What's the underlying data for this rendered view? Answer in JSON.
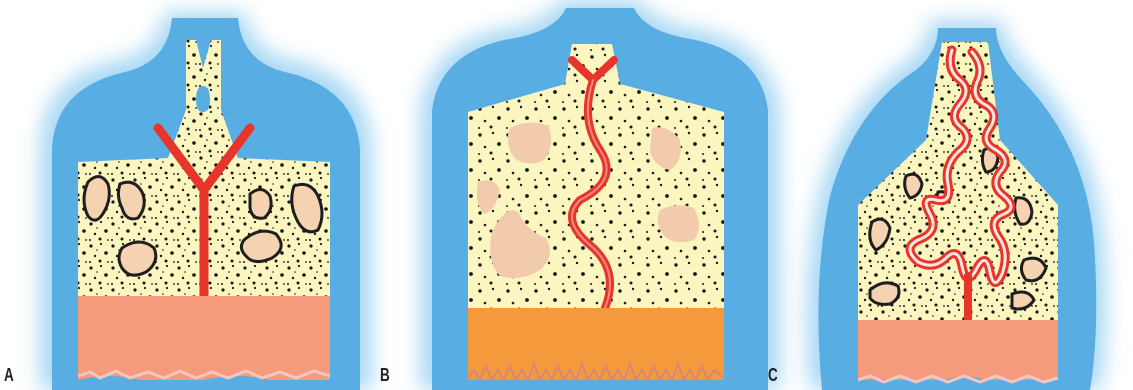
{
  "panels": [
    {
      "label": "A"
    },
    {
      "label": "B"
    },
    {
      "label": "C"
    }
  ],
  "colors": {
    "background": "#ffffff",
    "surrounding_fluid": "#58aee3",
    "fluid_halo": "#a9d8f4",
    "stroma": "#fbf5c0",
    "speckle": "#1a1a1a",
    "inclusion_fill": "#f6d3b0",
    "inclusion_outline": "#1e1e1e",
    "vessel": "#e8352b",
    "band_a": "#f59a7a",
    "band_b": "#f59a3c",
    "band_c": "#f59a7a",
    "fringe": "#f3c7c1"
  }
}
